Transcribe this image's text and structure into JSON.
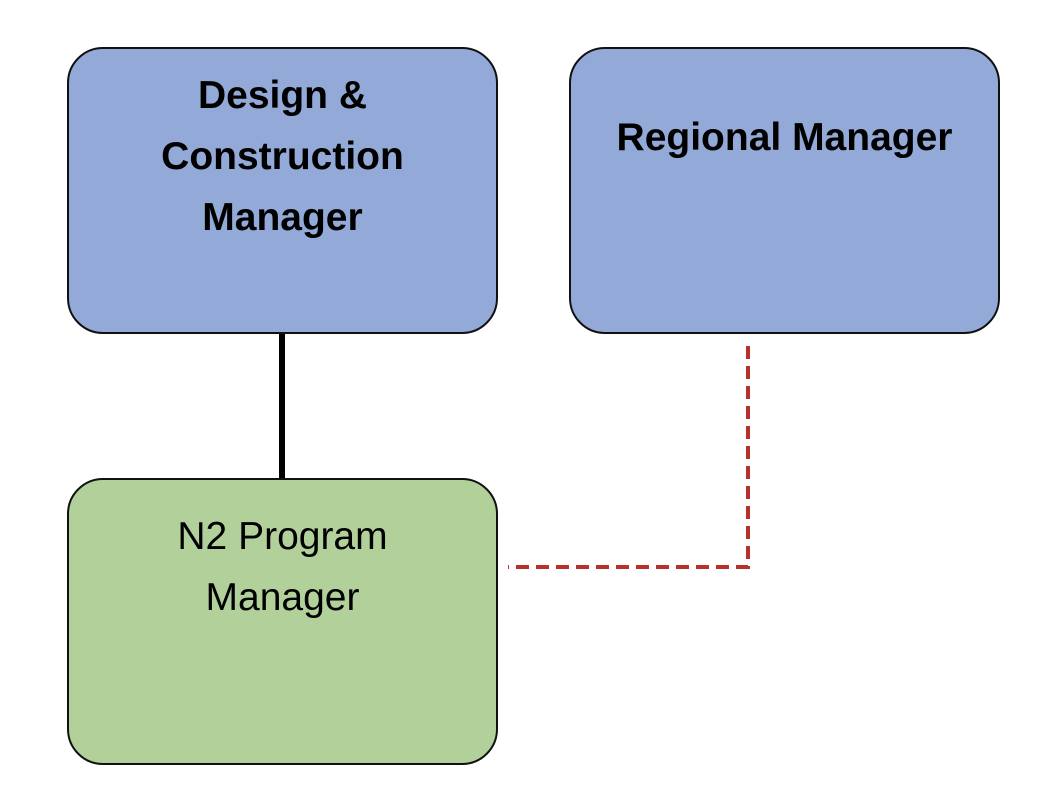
{
  "colors": {
    "manager_box_fill": "#93aad9",
    "program_box_fill": "#b2d09a",
    "box_border": "#111111",
    "solid_line": "#000000",
    "dotted_line": "#b5312a"
  },
  "boxes": {
    "design_construction_manager": {
      "label": "Design &\nConstruction\nManager"
    },
    "regional_manager": {
      "label": "Regional Manager"
    },
    "n2_program_manager": {
      "label": "N2 Program\nManager"
    }
  },
  "connections": [
    {
      "from": "design_construction_manager",
      "to": "n2_program_manager",
      "style": "solid"
    },
    {
      "from": "regional_manager",
      "to": "n2_program_manager",
      "style": "dashed"
    }
  ]
}
